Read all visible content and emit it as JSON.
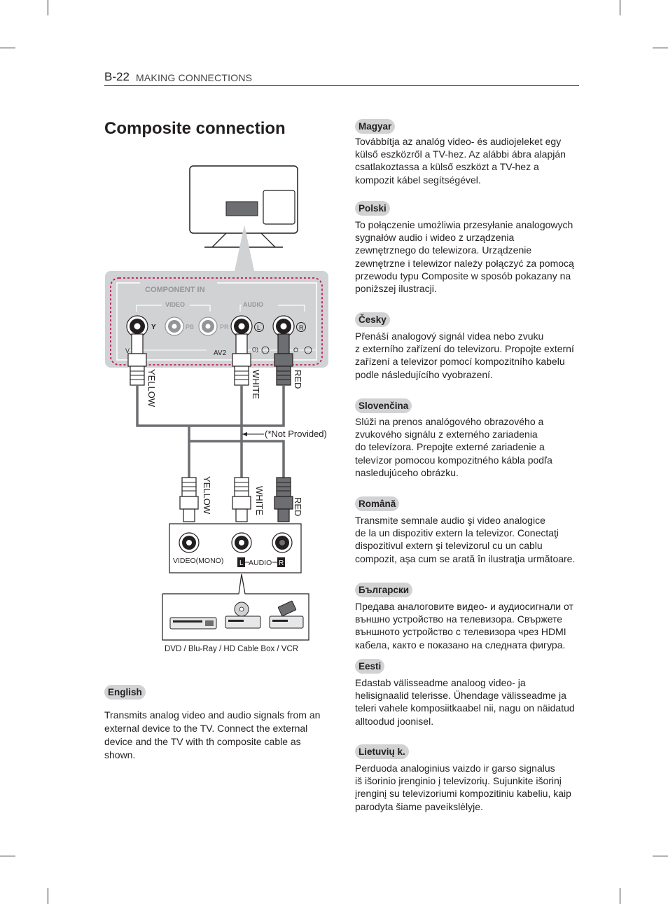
{
  "header": {
    "page_number": "B-22",
    "section": "MAKING CONNECTIONS"
  },
  "title": "Composite connection",
  "diagram": {
    "panel_title": "COMPONENT IN",
    "video_group": "VIDEO",
    "audio_group": "AUDIO",
    "jack_y": "Y",
    "jack_pb": "PB",
    "jack_pr": "PR",
    "jack_l": "L",
    "jack_r": "R",
    "av2_label": "AV2",
    "av2_left": "V",
    "av2_mid": "O)",
    "av2_right": "O",
    "cable_top_yellow": "YELLOW",
    "cable_top_white": "WHITE",
    "cable_top_red": "RED",
    "not_provided": "(*Not Provided)",
    "cable_bottom_yellow": "YELLOW",
    "cable_bottom_white": "WHITE",
    "cable_bottom_red": "RED",
    "device_video": "VIDEO(MONO)",
    "device_l": "L",
    "device_audio": "AUDIO",
    "device_r": "R",
    "device_caption": "DVD / Blu-Ray / HD Cable Box / VCR",
    "colors": {
      "panel_gray": "#d1d2d3",
      "dashed_outline": "#c2185b",
      "cable_gray": "#6d6e71"
    }
  },
  "languages": [
    {
      "name": "Magyar",
      "lines": [
        "Továbbítja az analóg video- és audiojeleket egy",
        "külső eszközről a TV-hez. Az alábbi ábra alapján",
        "csatlakoztassa a külső eszközt a TV-hez a",
        "kompozit kábel segítségével."
      ]
    },
    {
      "name": "Polski",
      "lines": [
        "To połączenie umożliwia przesyłanie analogowych",
        "sygnałów audio i wideo z urządzenia",
        "zewnętrznego do telewizora. Urządzenie",
        "zewnętrzne i telewizor należy połączyć za pomocą",
        "przewodu typu Composite w sposób pokazany na",
        "poniższej ilustracji."
      ]
    },
    {
      "name": "Česky",
      "lines": [
        "Přenáší analogový signál videa nebo zvuku",
        "z externího zařízení do televizoru. Propojte externí",
        "zařízení a televizor pomocí kompozitního kabelu",
        "podle následujícího vyobrazení."
      ]
    },
    {
      "name": "Slovenčina",
      "lines": [
        "Slúži na prenos analógového obrazového a",
        "zvukového signálu z externého zariadenia",
        "do televízora. Prepojte externé zariadenie a",
        "televízor pomocou kompozitného kábla podľa",
        "nasledujúceho obrázku."
      ]
    },
    {
      "name": "Română",
      "lines": [
        "Transmite semnale audio şi video analogice",
        "de la un dispozitiv extern la televizor. Conectaţi",
        "dispozitivul extern şi televizorul cu un cablu",
        "compozit, aşa cum se arată în ilustraţia următoare."
      ]
    },
    {
      "name": "Български",
      "lines": [
        "Предава аналоговите видео- и аудиосигнали от",
        "външно устройство на телевизора. Свържете",
        "външното устройство с телевизора чрез HDMI",
        "кабела, както е показано на следната фигура."
      ]
    },
    {
      "name": "Eesti",
      "lines": [
        "Edastab välisseadme analoog video- ja",
        "helisignaalid telerisse. Ühendage välisseadme ja",
        "teleri vahele komposiitkaabel nii, nagu on näidatud",
        "alltoodud joonisel."
      ]
    },
    {
      "name": "Lietuvių k.",
      "lines": [
        "Perduoda analoginius vaizdo ir garso signalus",
        "iš išorinio įrenginio į televizorių. Sujunkite išorinį",
        "įrenginį su televizoriumi kompozitiniu kabeliu, kaip",
        "parodyta šiame paveikslėlyje."
      ]
    }
  ],
  "english": {
    "name": "English",
    "text": "Transmits analog video and audio signals from an external device to the TV. Connect the external device and the TV with th composite cable as shown."
  }
}
